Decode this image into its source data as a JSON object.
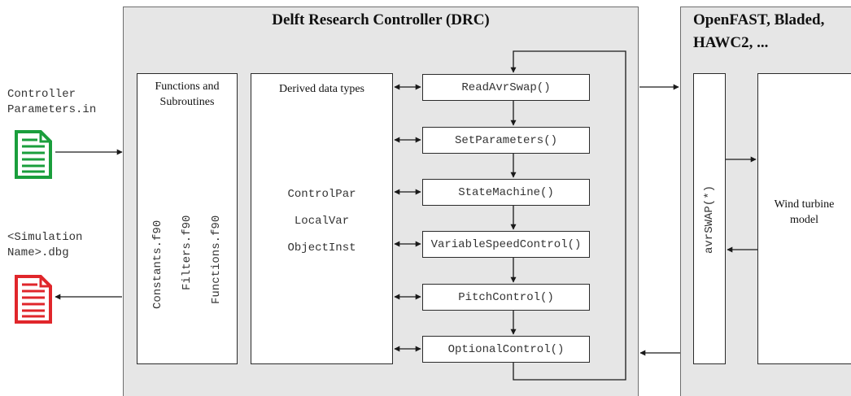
{
  "drc": {
    "title": "Delft Research Controller (DRC)",
    "functions_box": {
      "title_line1": "Functions and",
      "title_line2": "Subroutines",
      "files": [
        "Constants.f90",
        "Filters.f90",
        "Functions.f90"
      ]
    },
    "derived_box": {
      "title": "Derived data types",
      "types": [
        "ControlPar",
        "LocalVar",
        "ObjectInst"
      ]
    },
    "routines": [
      "ReadAvrSwap()",
      "SetParameters()",
      "StateMachine()",
      "VariableSpeedControl()",
      "PitchControl()",
      "OptionalControl()"
    ]
  },
  "simulator": {
    "title_line1": "OpenFAST, Bladed,",
    "title_line2": "HAWC2, ...",
    "avrswap_label": "avrSWAP(*)",
    "turbine_line1": "Wind turbine",
    "turbine_line2": "model"
  },
  "input_file": {
    "line1": "Controller",
    "line2": "Parameters.in",
    "color": "#1a9e3c"
  },
  "output_file": {
    "line1": "<Simulation",
    "line2": "Name>.dbg",
    "color": "#e0262b"
  }
}
